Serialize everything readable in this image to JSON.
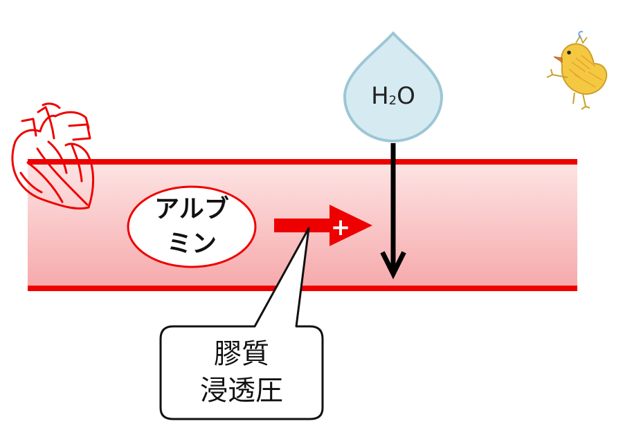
{
  "drop": {
    "formula_main_1": "H",
    "formula_sub": "2",
    "formula_main_2": "O"
  },
  "albumin": {
    "line1": "アルブ",
    "line2": "ミン"
  },
  "callout": {
    "line1": "膠質",
    "line2": "浸透圧"
  },
  "arrow_sign": "+",
  "colors": {
    "vessel_border": "#ee0000",
    "vessel_fill_top": "#fde4e4",
    "vessel_fill_bottom": "#f6a9ab",
    "arrow_red": "#ee0000",
    "drop_fill": "#d6ebf1",
    "drop_stroke": "#9dc6d6",
    "flow_arrow": "#000000",
    "chick_body": "#f5c842"
  },
  "icons": {
    "heart": "anatomical-heart-icon",
    "chick": "chick-icon",
    "drop": "water-drop-icon"
  }
}
